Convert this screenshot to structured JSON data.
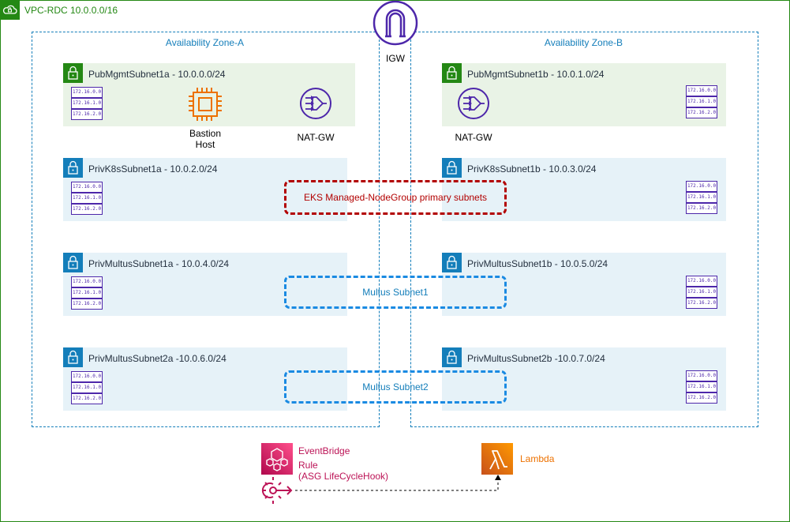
{
  "vpc": {
    "label": "VPC-RDC 10.0.0.0/16"
  },
  "igw": {
    "label": "IGW"
  },
  "zones": {
    "a": {
      "label": "Availability Zone-A"
    },
    "b": {
      "label": "Availability Zone-B"
    }
  },
  "subnets": {
    "pub_a": {
      "label": "PubMgmtSubnet1a - 10.0.0.0/24"
    },
    "pub_b": {
      "label": "PubMgmtSubnet1b - 10.0.1.0/24"
    },
    "k8s_a": {
      "label": "PrivK8sSubnet1a - 10.0.2.0/24"
    },
    "k8s_b": {
      "label": "PrivK8sSubnet1b - 10.0.3.0/24"
    },
    "multus1_a": {
      "label": "PrivMultusSubnet1a - 10.0.4.0/24"
    },
    "multus1_b": {
      "label": "PrivMultusSubnet1b - 10.0.5.0/24"
    },
    "multus2_a": {
      "label": "PrivMultusSubnet2a -10.0.6.0/24"
    },
    "multus2_b": {
      "label": "PrivMultusSubnet2b -10.0.7.0/24"
    }
  },
  "route_table": {
    "rows": [
      "172.16.0.0",
      "172.16.1.0",
      "172.16.2.0"
    ]
  },
  "bastion": {
    "line1": "Bastion",
    "line2": "Host"
  },
  "nat_gw": {
    "label": "NAT-GW"
  },
  "groups": {
    "eks": "EKS Managed-NodeGroup primary subnets",
    "multus1": "Multus Subnet1",
    "multus2": "Multus Subnet2"
  },
  "eventbridge": {
    "line1": "EventBridge",
    "line2": "Rule",
    "line3": "(ASG LifeCycleHook)"
  },
  "lambda": {
    "label": "Lambda"
  },
  "colors": {
    "vpc_green": "#248814",
    "az_blue": "#147eba",
    "route_purple": "#4d27aa",
    "eks_red": "#b20000",
    "eventbridge_pink": "#bc1356",
    "lambda_orange": "#ed7100"
  }
}
